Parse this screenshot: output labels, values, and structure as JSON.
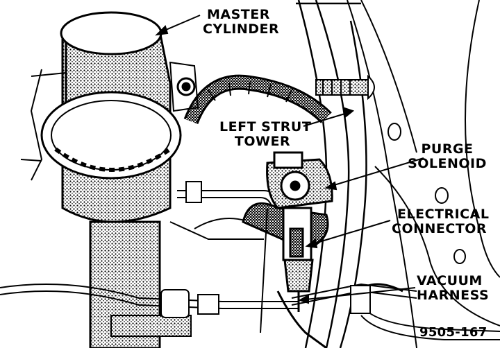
{
  "labels": {
    "master_cylinder": [
      "MASTER",
      "CYLINDER"
    ],
    "left_strut_tower": [
      "LEFT STRUT",
      "TOWER"
    ],
    "purge_solenoid": [
      "PURGE",
      "SOLENOID"
    ],
    "electrical_connector": [
      "ELECTRICAL",
      "CONNECTOR"
    ],
    "vacuum_harness": [
      "VACUUM",
      "HARNESS"
    ]
  },
  "figure_id": "9505-167",
  "colors": {
    "ink": "#000000",
    "paper": "#ffffff"
  }
}
